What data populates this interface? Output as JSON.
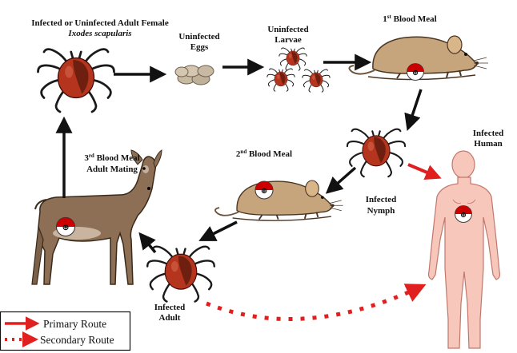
{
  "labels": {
    "adult_female_line1": "Infected or Uninfected Adult Female",
    "adult_female_line2": "Ixodes scapularis",
    "eggs_line1": "Uninfected",
    "eggs_line2": "Eggs",
    "larvae_line1": "Uninfected",
    "larvae_line2": "Larvae",
    "first_meal_num": "1",
    "first_meal_sup": "st",
    "first_meal_rest": " Blood Meal",
    "second_meal_num": "2",
    "second_meal_sup": "nd",
    "second_meal_rest": " Blood Meal",
    "third_meal_num": "3",
    "third_meal_sup": "rd",
    "third_meal_rest": " Blood Meal",
    "adult_mating": "Adult Mating",
    "nymph_line1": "Infected",
    "nymph_line2": "Nymph",
    "human_line1": "Infected",
    "human_line2": "Human",
    "adult_line1": "Infected",
    "adult_line2": "Adult"
  },
  "legend": {
    "primary": "Primary Route",
    "secondary": "Secondary Route"
  },
  "colors": {
    "route_arrow": "#e01f1f",
    "cycle_arrow": "#111111",
    "tick_body": "#b5341d",
    "tick_shield": "#6e1f10",
    "deer": "#8c6f55",
    "mouse": "#c6a57c",
    "human": "#f8c7bc",
    "eggs": "#c8b9a2"
  },
  "icons": [
    "tick-icon",
    "mouse-icon",
    "deer-icon",
    "human-icon",
    "egg-cluster-icon",
    "infection-badge-icon"
  ]
}
